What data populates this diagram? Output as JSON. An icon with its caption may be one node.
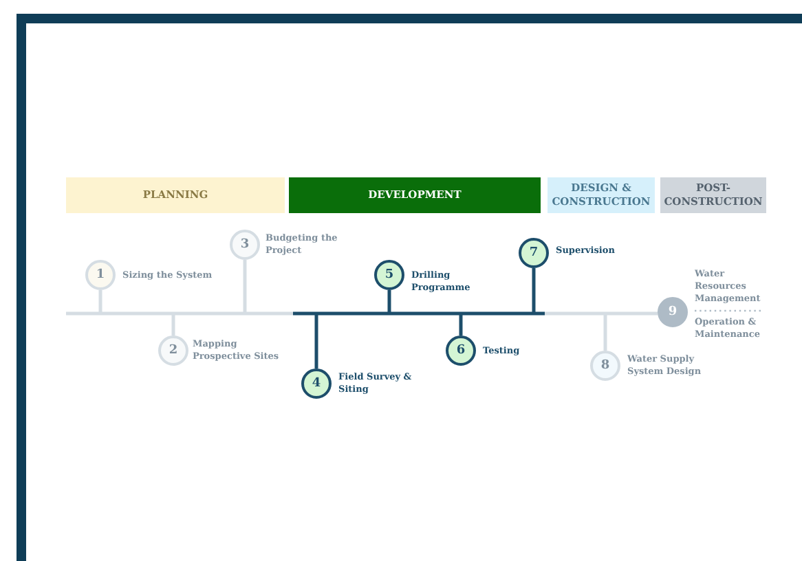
{
  "diagram": {
    "nodes": [
      {
        "text": [
          "PLANNING"
        ]
      },
      {
        "text": [
          "DEVELOPMENT"
        ]
      },
      {
        "text": [
          "DESIGN & CONSTRUCTION"
        ]
      },
      {
        "text": [
          "POST-CONSTRUCTION"
        ]
      },
      {
        "text": [
          "1"
        ],
        "beside": [
          "Sizing the System"
        ]
      },
      {
        "text": [
          "2"
        ],
        "beside": [
          "Mapping Prospective Sites"
        ]
      },
      {
        "text": [
          "3"
        ],
        "beside": [
          "Budgeting the Project"
        ]
      },
      {
        "text": [
          "4"
        ],
        "beside": [
          "Field Survey & Siting"
        ]
      },
      {
        "text": [
          "5"
        ],
        "beside": [
          "Drilling Programme"
        ]
      },
      {
        "text": [
          "6"
        ],
        "beside": [
          "Testing"
        ]
      },
      {
        "text": [
          "7"
        ],
        "beside": [
          "Supervision"
        ]
      },
      {
        "text": [
          "8"
        ],
        "beside": [
          "Water Supply System Design"
        ]
      },
      {
        "text": [
          "9"
        ],
        "beside": [
          "Water Resources Management",
          "Operation & Maintenance"
        ]
      },
      {
        "text": [],
        "shape": "bar"
      }
    ],
    "edges": [
      {
        "from": 4,
        "to": 13,
        "arrow": "none",
        "color": "#d5dde3"
      },
      {
        "from": 5,
        "to": 13,
        "arrow": "none",
        "color": "#d5dde3"
      },
      {
        "from": 6,
        "to": 13,
        "arrow": "none",
        "color": "#d5dde3"
      },
      {
        "from": 7,
        "to": 13,
        "arrow": "none",
        "color": "#1d4e6b"
      },
      {
        "from": 8,
        "to": 13,
        "arrow": "none",
        "color": "#1d4e6b"
      },
      {
        "from": 9,
        "to": 13,
        "arrow": "none",
        "color": "#1d4e6b"
      },
      {
        "from": 10,
        "to": 13,
        "arrow": "none",
        "color": "#1d4e6b"
      },
      {
        "from": 11,
        "to": 13,
        "arrow": "none",
        "color": "#d5dde3"
      }
    ]
  }
}
